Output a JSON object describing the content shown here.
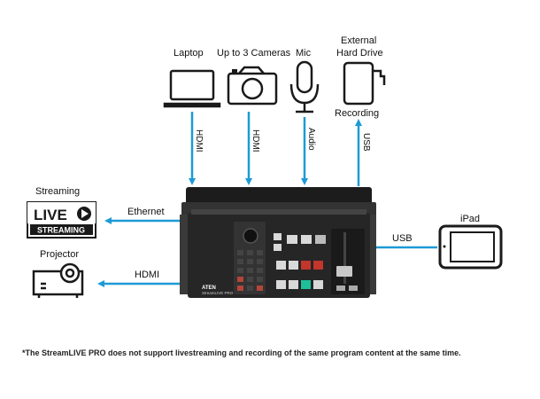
{
  "devices": {
    "laptop": "Laptop",
    "cameras": "Up to 3 Cameras",
    "mic": "Mic",
    "hdd_line1": "External",
    "hdd_line2": "Hard Drive",
    "recording": "Recording",
    "streaming": "Streaming",
    "projector": "Projector",
    "ipad": "iPad"
  },
  "connections": {
    "laptop_link": "HDMI",
    "cameras_link": "HDMI",
    "mic_link": "Audio",
    "hdd_link": "USB",
    "streaming_link": "Ethernet",
    "projector_link": "HDMI",
    "ipad_link": "USB"
  },
  "badges": {
    "live_word": "LIVE",
    "streaming_word": "STREAMING"
  },
  "device_branding": {
    "brand": "ATEN",
    "model": "StreamLIVE PRO"
  },
  "footnote": "*The StreamLIVE PRO does not support livestreaming and recording of the same program content at the same time.",
  "colors": {
    "arrow": "#1e9ad6",
    "icon_stroke": "#1a1a1a",
    "device_body": "#2b2b2b"
  }
}
